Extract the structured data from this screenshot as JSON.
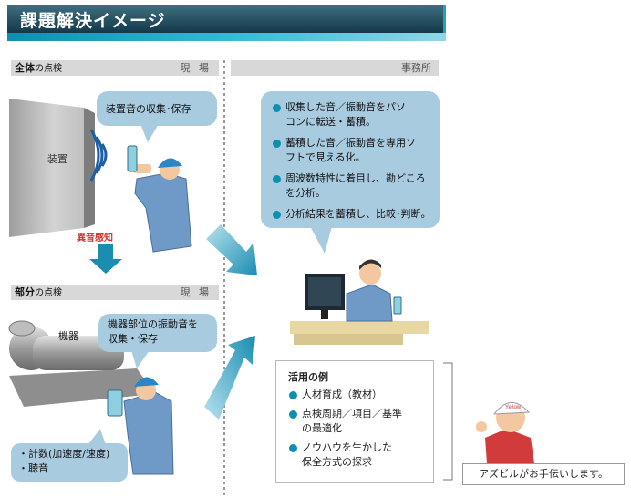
{
  "title": "課題解決イメージ",
  "sections": {
    "whole": {
      "label": "全体",
      "suffix": "の点検",
      "place": "現 場"
    },
    "part": {
      "label": "部分",
      "suffix": "の点検",
      "place": "現 場"
    },
    "office": {
      "place": "事務所"
    }
  },
  "labels": {
    "device": "装置",
    "machine": "機器",
    "anomaly": "異音感知"
  },
  "bubbles": {
    "collect_device": "装置音の収集･保存",
    "collect_machine": [
      "機器部位の振動音を",
      "収集・保存"
    ],
    "office_items": [
      [
        "収集した音／振動音をパソ",
        "コンに転送・蓄積。"
      ],
      [
        "蓄積した音／振動音を専用ソ",
        "フトで見える化。"
      ],
      [
        "周波数特性に着目し、勘どころ",
        "を分析。"
      ],
      [
        "分析結果を蓄積し、比較･判断。"
      ]
    ],
    "measure": [
      "・計数(加速度/速度)",
      "・聴音"
    ]
  },
  "usage": {
    "title": "活用の例",
    "items": [
      [
        "人材育成（教材）"
      ],
      [
        "点検周期／項目／基準",
        "の最適化"
      ],
      [
        "ノウハウを生かした",
        "保全方式の探求"
      ]
    ]
  },
  "azbil_note": "アズビルがお手伝いします。",
  "helmet_logo": "Yellow",
  "colors": {
    "accent": "#0f8fb0",
    "bubble": "#a9cbe0",
    "banner": "#1a4456",
    "worker": "#6f9ac7",
    "helmet": "#2a86c7"
  }
}
